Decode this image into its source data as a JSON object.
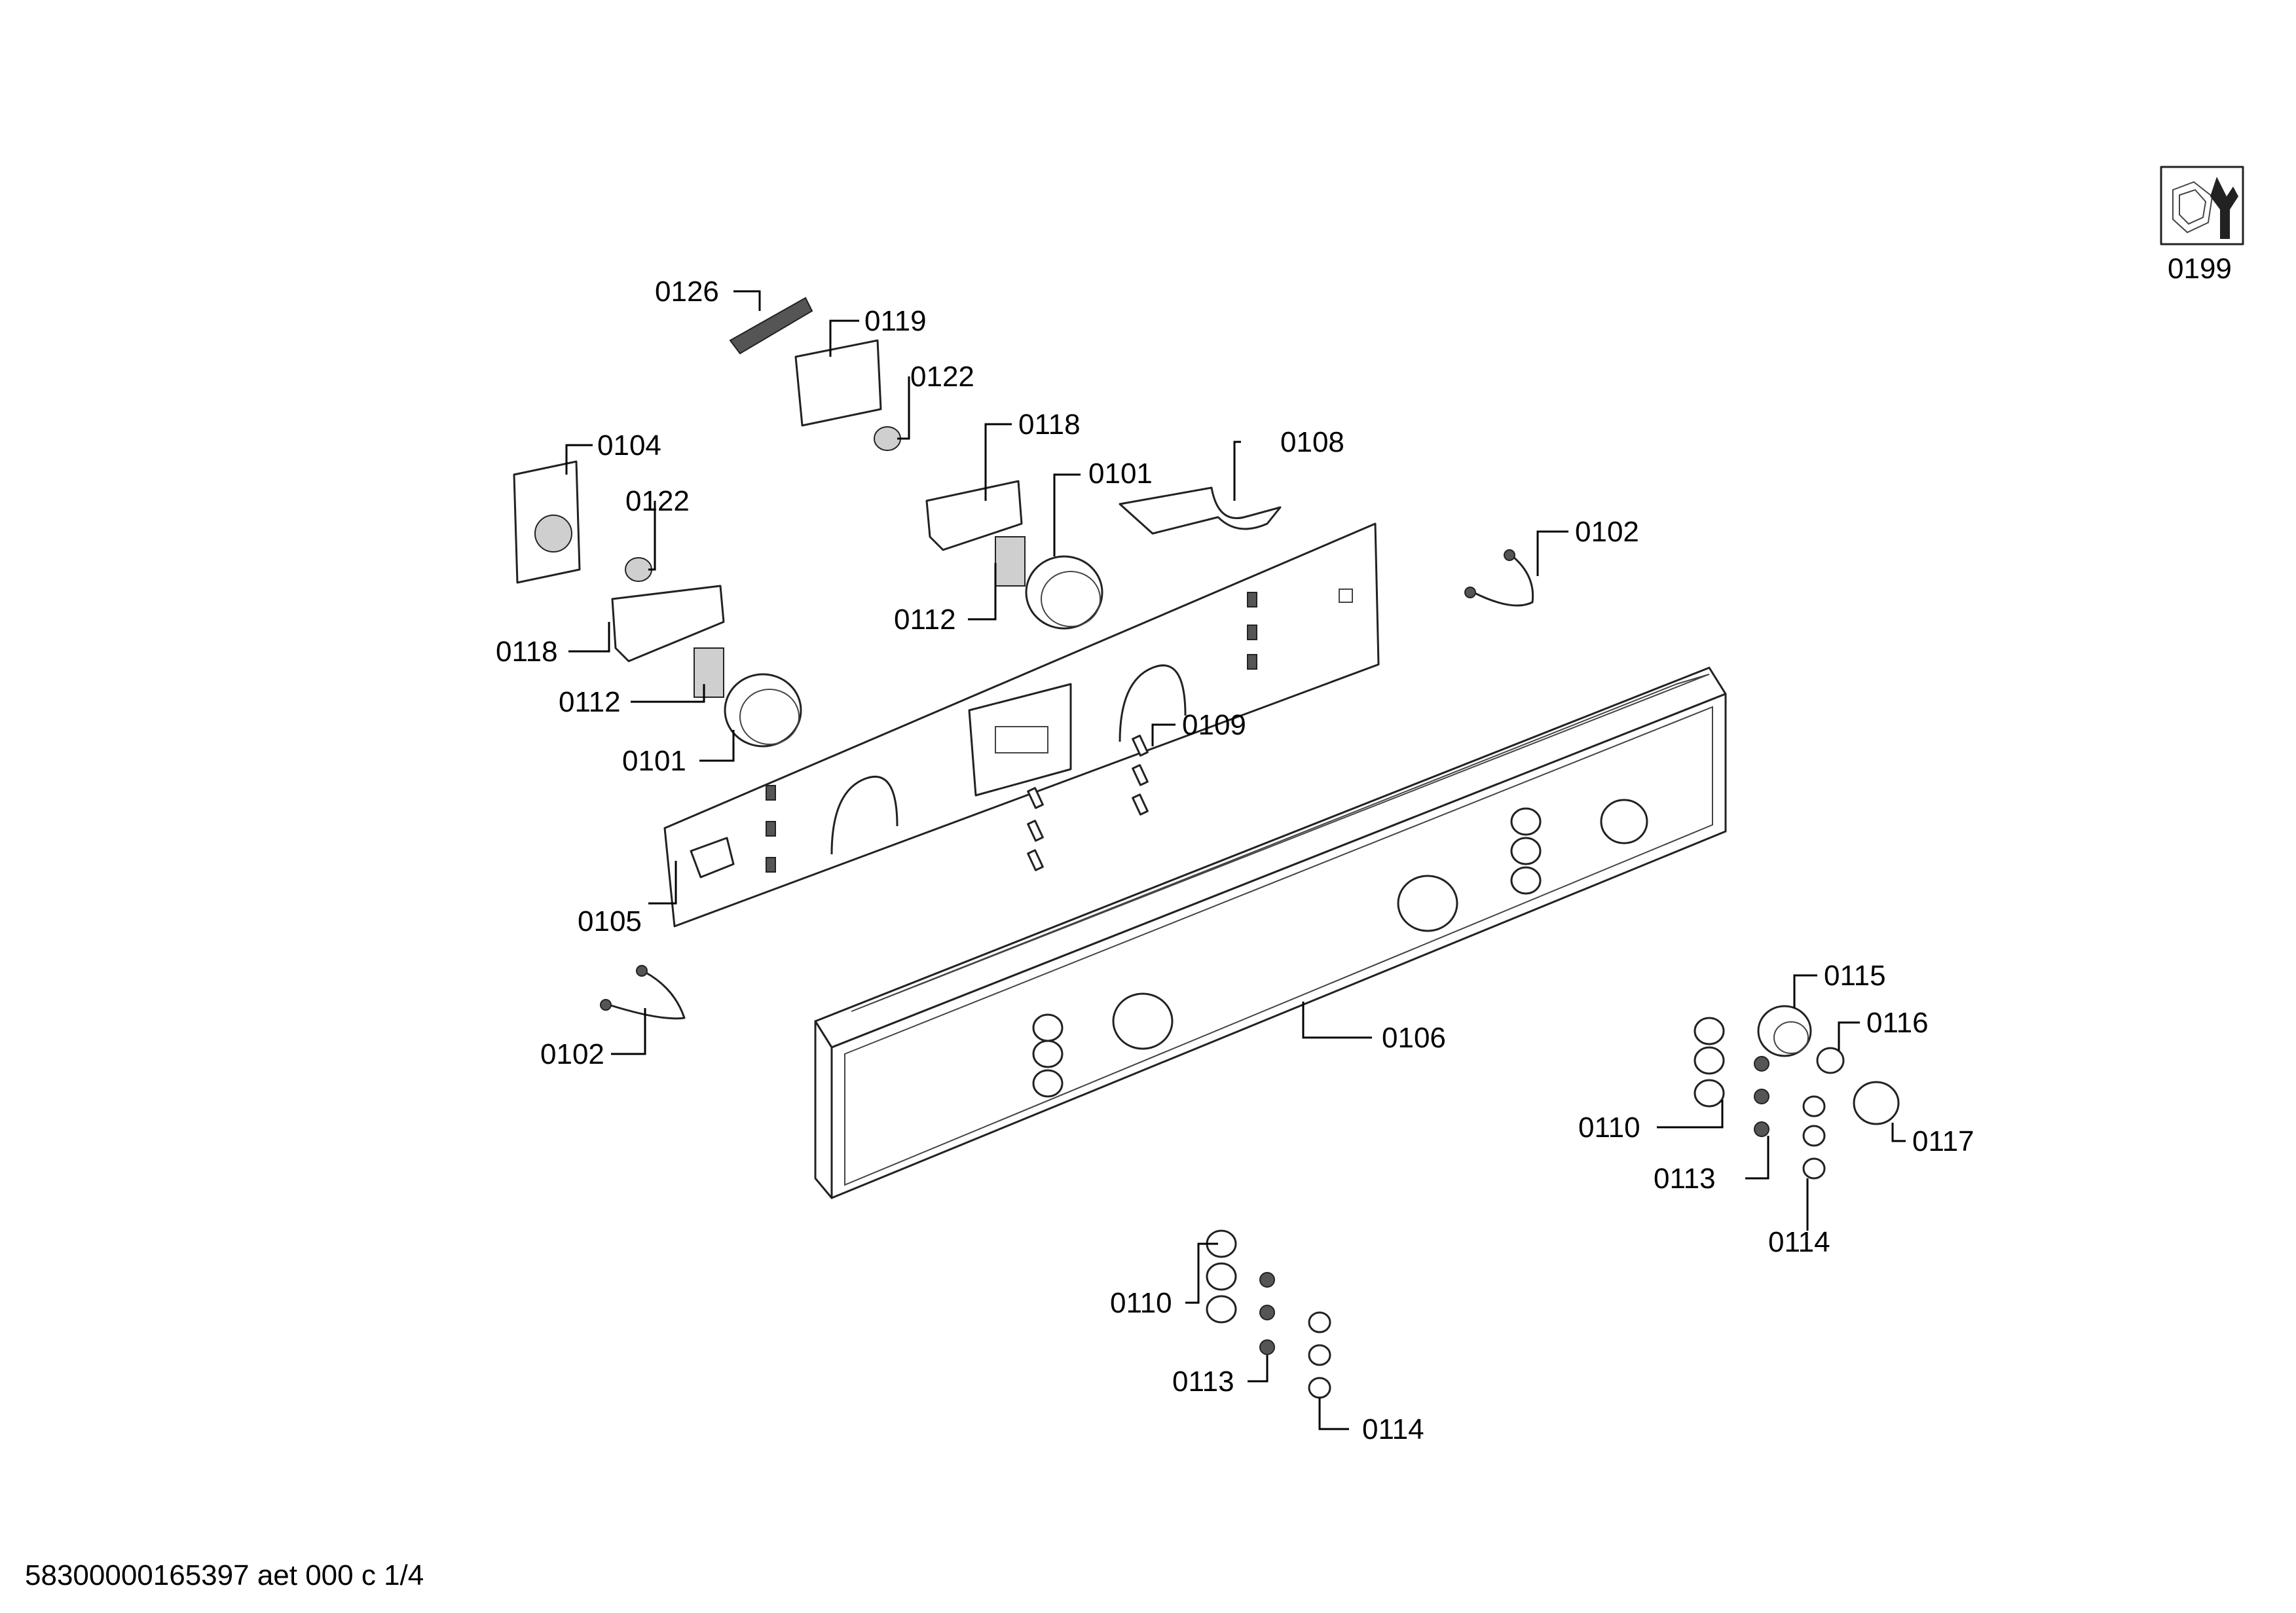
{
  "footer_code": "58300000165397 aet 000 c 1/4",
  "tool_icon": {
    "icon": "service-tool-icon",
    "label": "0199"
  },
  "callouts": [
    "0126",
    "0119",
    "0122",
    "0104",
    "0122",
    "0118",
    "0101",
    "0108",
    "0102",
    "0118",
    "0112",
    "0112",
    "0101",
    "0109",
    "0105",
    "0106",
    "0115",
    "0116",
    "0102",
    "0110",
    "0117",
    "0113",
    "0114",
    "0110",
    "0113",
    "0114"
  ]
}
